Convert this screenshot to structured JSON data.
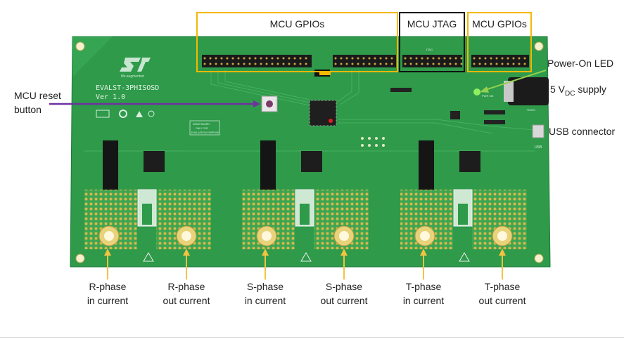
{
  "board": {
    "name": "EVALST-3PHISOSD",
    "version": "Ver 1.0",
    "logo_tagline": "life.augmented",
    "silk_pwr": "PWR ON",
    "silk_5vdc": "+5VDC",
    "silk_usb": "USB",
    "silk_jtag": "JTAG",
    "silk_notice": [
      "DEMO BOARD",
      "ONLY FOR",
      "EVALUATION PURPOSE"
    ]
  },
  "callouts": {
    "gpio_left": "MCU GPIOs",
    "jtag": "MCU JTAG",
    "gpio_right": "MCU GPIOs",
    "power_led": "Power-On LED",
    "supply_prefix": "5 V",
    "supply_sub": "DC",
    "supply_suffix": " supply",
    "usb": "USB connector",
    "reset_line1": "MCU reset",
    "reset_line2": "button"
  },
  "phases": [
    {
      "in_line1": "R-phase",
      "in_line2": "in current",
      "out_line1": "R-phase",
      "out_line2": "out current"
    },
    {
      "in_line1": "S-phase",
      "in_line2": "in current",
      "out_line1": "S-phase",
      "out_line2": "out current"
    },
    {
      "in_line1": "T-phase",
      "in_line2": "in current",
      "out_line1": "T-phase",
      "out_line2": "out current"
    }
  ],
  "colors": {
    "pcb": "#2e9a4a",
    "gpio_box": "#f5b800",
    "jtag_box": "#111111",
    "reset_arrow": "#7030a0",
    "led_arrow": "#92d050",
    "phase_arrow": "#f5c242"
  }
}
